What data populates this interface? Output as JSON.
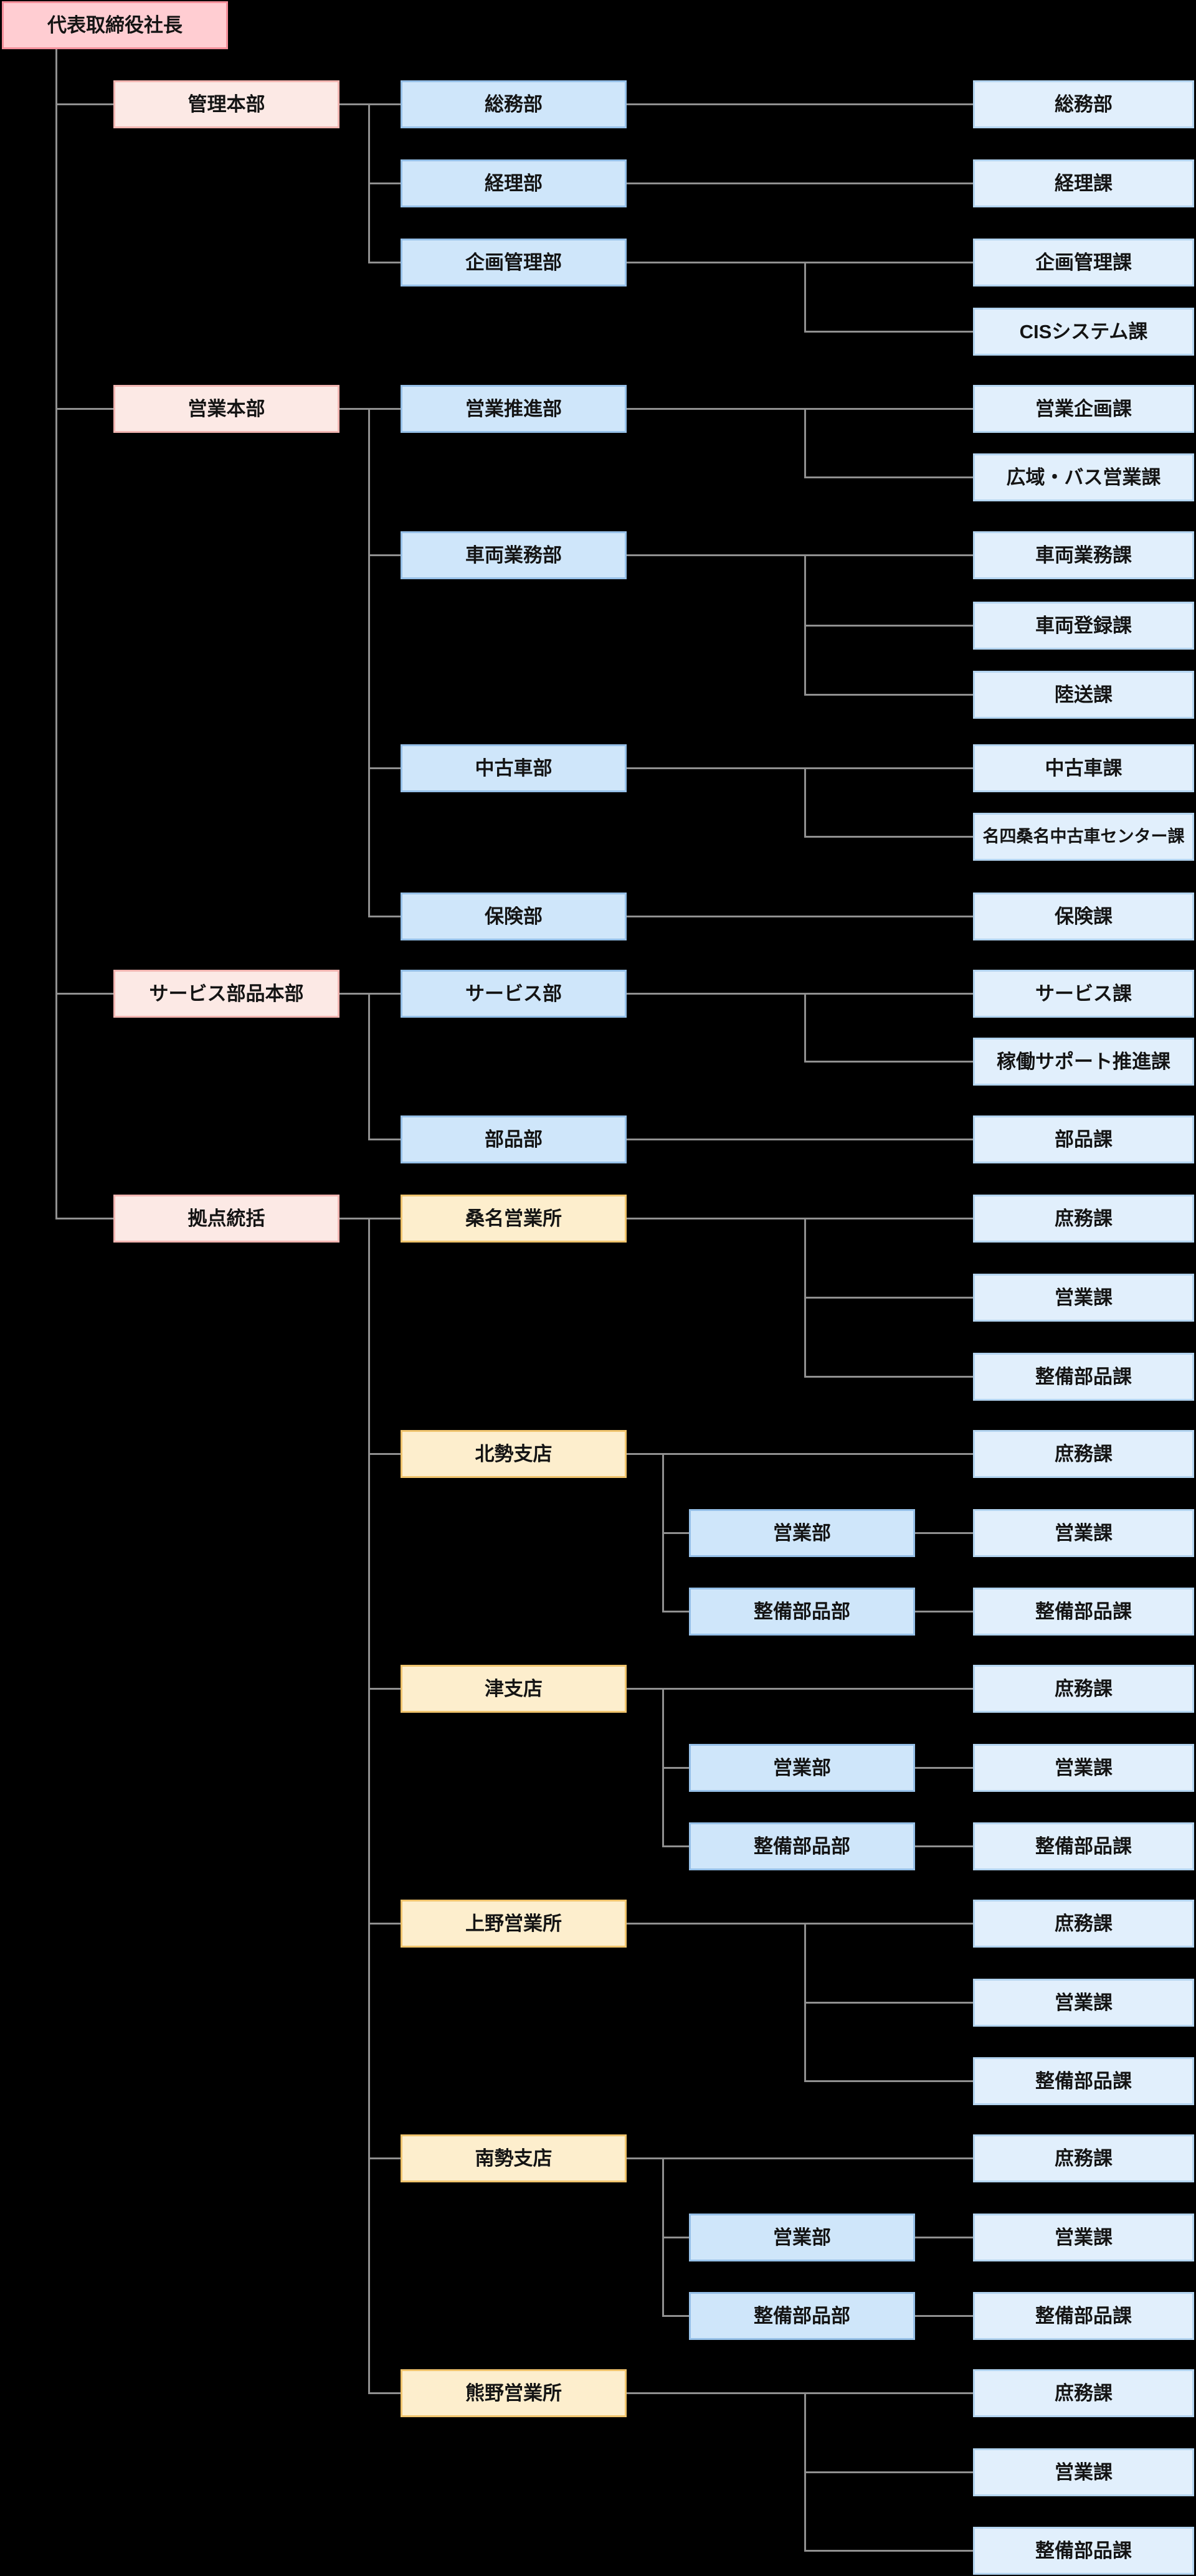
{
  "diagram": {
    "kind": "organization-chart",
    "language": "ja"
  },
  "colors": {
    "background": "#000000",
    "connector": "#909090",
    "text": "#141414",
    "boxes": {
      "root": {
        "fill": "#ffcdd2",
        "border": "#f48f9b"
      },
      "headquarters": {
        "fill": "#fce9e5",
        "border": "#f2b5b1"
      },
      "department": {
        "fill": "#cfe6fa",
        "border": "#96c0e8"
      },
      "branch": {
        "fill": "#fdeecd",
        "border": "#f0c46d"
      },
      "section": {
        "fill": "#e1effc",
        "border": "#b3d4f0"
      }
    }
  },
  "nodes": [
    {
      "id": "ceo",
      "label": "代表取締役社長",
      "type": "root",
      "col": 0,
      "row": null,
      "parent": null
    },
    {
      "id": "hq-kanri",
      "label": "管理本部",
      "type": "headquarters",
      "col": 1,
      "row": 0,
      "parent": "ceo"
    },
    {
      "id": "hq-eigyo",
      "label": "営業本部",
      "type": "headquarters",
      "col": 1,
      "row": 4,
      "parent": "ceo"
    },
    {
      "id": "hq-service",
      "label": "サービス部品本部",
      "type": "headquarters",
      "col": 1,
      "row": 12,
      "parent": "ceo"
    },
    {
      "id": "hq-kyoten",
      "label": "拠点統括",
      "type": "headquarters",
      "col": 1,
      "row": 15,
      "parent": "ceo"
    },
    {
      "id": "dept-soumu",
      "label": "総務部",
      "type": "department",
      "col": 2,
      "row": 0,
      "parent": "hq-kanri"
    },
    {
      "id": "dept-keiri",
      "label": "経理部",
      "type": "department",
      "col": 2,
      "row": 1,
      "parent": "hq-kanri"
    },
    {
      "id": "dept-kikaku",
      "label": "企画管理部",
      "type": "department",
      "col": 2,
      "row": 2,
      "parent": "hq-kanri"
    },
    {
      "id": "dept-suishin",
      "label": "営業推進部",
      "type": "department",
      "col": 2,
      "row": 4,
      "parent": "hq-eigyo"
    },
    {
      "id": "dept-sharyo",
      "label": "車両業務部",
      "type": "department",
      "col": 2,
      "row": 6,
      "parent": "hq-eigyo"
    },
    {
      "id": "dept-chuko",
      "label": "中古車部",
      "type": "department",
      "col": 2,
      "row": 9,
      "parent": "hq-eigyo"
    },
    {
      "id": "dept-hoken",
      "label": "保険部",
      "type": "department",
      "col": 2,
      "row": 11,
      "parent": "hq-eigyo"
    },
    {
      "id": "dept-service",
      "label": "サービス部",
      "type": "department",
      "col": 2,
      "row": 12,
      "parent": "hq-service"
    },
    {
      "id": "dept-buhin",
      "label": "部品部",
      "type": "department",
      "col": 2,
      "row": 14,
      "parent": "hq-service"
    },
    {
      "id": "br-kuwana",
      "label": "桑名営業所",
      "type": "branch",
      "col": 2,
      "row": 15,
      "parent": "hq-kyoten"
    },
    {
      "id": "br-hokusei",
      "label": "北勢支店",
      "type": "branch",
      "col": 2,
      "row": 18,
      "parent": "hq-kyoten"
    },
    {
      "id": "br-tsu",
      "label": "津支店",
      "type": "branch",
      "col": 2,
      "row": 21,
      "parent": "hq-kyoten"
    },
    {
      "id": "br-ueno",
      "label": "上野営業所",
      "type": "branch",
      "col": 2,
      "row": 24,
      "parent": "hq-kyoten"
    },
    {
      "id": "br-nansei",
      "label": "南勢支店",
      "type": "branch",
      "col": 2,
      "row": 27,
      "parent": "hq-kyoten"
    },
    {
      "id": "br-kumano",
      "label": "熊野営業所",
      "type": "branch",
      "col": 2,
      "row": 30,
      "parent": "hq-kyoten"
    },
    {
      "id": "dept-hokusei-eigyo",
      "label": "営業部",
      "type": "department",
      "col": 3,
      "row": 19,
      "parent": "br-hokusei"
    },
    {
      "id": "dept-hokusei-seibi",
      "label": "整備部品部",
      "type": "department",
      "col": 3,
      "row": 20,
      "parent": "br-hokusei"
    },
    {
      "id": "dept-tsu-eigyo",
      "label": "営業部",
      "type": "department",
      "col": 3,
      "row": 22,
      "parent": "br-tsu"
    },
    {
      "id": "dept-tsu-seibi",
      "label": "整備部品部",
      "type": "department",
      "col": 3,
      "row": 23,
      "parent": "br-tsu"
    },
    {
      "id": "dept-nansei-eigyo",
      "label": "営業部",
      "type": "department",
      "col": 3,
      "row": 28,
      "parent": "br-nansei"
    },
    {
      "id": "dept-nansei-seibi",
      "label": "整備部品部",
      "type": "department",
      "col": 3,
      "row": 29,
      "parent": "br-nansei"
    },
    {
      "id": "sec-soumu",
      "label": "総務部",
      "type": "section",
      "col": 4,
      "row": 0,
      "parent": "dept-soumu"
    },
    {
      "id": "sec-keiri",
      "label": "経理課",
      "type": "section",
      "col": 4,
      "row": 1,
      "parent": "dept-keiri"
    },
    {
      "id": "sec-kikaku",
      "label": "企画管理課",
      "type": "section",
      "col": 4,
      "row": 2,
      "parent": "dept-kikaku"
    },
    {
      "id": "sec-cis",
      "label": "CISシステム課",
      "type": "section",
      "col": 4,
      "row": 3,
      "parent": "dept-kikaku"
    },
    {
      "id": "sec-eigyo-kikaku",
      "label": "営業企画課",
      "type": "section",
      "col": 4,
      "row": 4,
      "parent": "dept-suishin"
    },
    {
      "id": "sec-koiki-bus",
      "label": "広域・バス営業課",
      "type": "section",
      "col": 4,
      "row": 5,
      "parent": "dept-suishin"
    },
    {
      "id": "sec-sharyo-gyomu",
      "label": "車両業務課",
      "type": "section",
      "col": 4,
      "row": 6,
      "parent": "dept-sharyo"
    },
    {
      "id": "sec-sharyo-toroku",
      "label": "車両登録課",
      "type": "section",
      "col": 4,
      "row": 7,
      "parent": "dept-sharyo"
    },
    {
      "id": "sec-rikuso",
      "label": "陸送課",
      "type": "section",
      "col": 4,
      "row": 8,
      "parent": "dept-sharyo"
    },
    {
      "id": "sec-chuko",
      "label": "中古車課",
      "type": "section",
      "col": 4,
      "row": 9,
      "parent": "dept-chuko"
    },
    {
      "id": "sec-meishi-kuwana",
      "label": "名四桑名中古車センター課",
      "type": "section",
      "col": 4,
      "row": 10,
      "parent": "dept-chuko"
    },
    {
      "id": "sec-hoken",
      "label": "保険課",
      "type": "section",
      "col": 4,
      "row": 11,
      "parent": "dept-hoken"
    },
    {
      "id": "sec-service",
      "label": "サービス課",
      "type": "section",
      "col": 4,
      "row": 12,
      "parent": "dept-service"
    },
    {
      "id": "sec-kado-support",
      "label": "稼働サポート推進課",
      "type": "section",
      "col": 4,
      "row": 13,
      "parent": "dept-service"
    },
    {
      "id": "sec-buhin",
      "label": "部品課",
      "type": "section",
      "col": 4,
      "row": 14,
      "parent": "dept-buhin"
    },
    {
      "id": "sec-kuwana-shomu",
      "label": "庶務課",
      "type": "section",
      "col": 4,
      "row": 15,
      "parent": "br-kuwana"
    },
    {
      "id": "sec-kuwana-eigyo",
      "label": "営業課",
      "type": "section",
      "col": 4,
      "row": 16,
      "parent": "br-kuwana"
    },
    {
      "id": "sec-kuwana-seibi",
      "label": "整備部品課",
      "type": "section",
      "col": 4,
      "row": 17,
      "parent": "br-kuwana"
    },
    {
      "id": "sec-hokusei-shomu",
      "label": "庶務課",
      "type": "section",
      "col": 4,
      "row": 18,
      "parent": "br-hokusei"
    },
    {
      "id": "sec-hokusei-eigyo",
      "label": "営業課",
      "type": "section",
      "col": 4,
      "row": 19,
      "parent": "dept-hokusei-eigyo"
    },
    {
      "id": "sec-hokusei-seibi",
      "label": "整備部品課",
      "type": "section",
      "col": 4,
      "row": 20,
      "parent": "dept-hokusei-seibi"
    },
    {
      "id": "sec-tsu-shomu",
      "label": "庶務課",
      "type": "section",
      "col": 4,
      "row": 21,
      "parent": "br-tsu"
    },
    {
      "id": "sec-tsu-eigyo",
      "label": "営業課",
      "type": "section",
      "col": 4,
      "row": 22,
      "parent": "dept-tsu-eigyo"
    },
    {
      "id": "sec-tsu-seibi",
      "label": "整備部品課",
      "type": "section",
      "col": 4,
      "row": 23,
      "parent": "dept-tsu-seibi"
    },
    {
      "id": "sec-ueno-shomu",
      "label": "庶務課",
      "type": "section",
      "col": 4,
      "row": 24,
      "parent": "br-ueno"
    },
    {
      "id": "sec-ueno-eigyo",
      "label": "営業課",
      "type": "section",
      "col": 4,
      "row": 25,
      "parent": "br-ueno"
    },
    {
      "id": "sec-ueno-seibi",
      "label": "整備部品課",
      "type": "section",
      "col": 4,
      "row": 26,
      "parent": "br-ueno"
    },
    {
      "id": "sec-nansei-shomu",
      "label": "庶務課",
      "type": "section",
      "col": 4,
      "row": 27,
      "parent": "br-nansei"
    },
    {
      "id": "sec-nansei-eigyo",
      "label": "営業課",
      "type": "section",
      "col": 4,
      "row": 28,
      "parent": "dept-nansei-eigyo"
    },
    {
      "id": "sec-nansei-seibi",
      "label": "整備部品課",
      "type": "section",
      "col": 4,
      "row": 29,
      "parent": "dept-nansei-seibi"
    },
    {
      "id": "sec-kumano-shomu",
      "label": "庶務課",
      "type": "section",
      "col": 4,
      "row": 30,
      "parent": "br-kumano"
    },
    {
      "id": "sec-kumano-eigyo",
      "label": "営業課",
      "type": "section",
      "col": 4,
      "row": 31,
      "parent": "br-kumano"
    },
    {
      "id": "sec-kumano-seibi",
      "label": "整備部品課",
      "type": "section",
      "col": 4,
      "row": 32,
      "parent": "br-kumano"
    }
  ]
}
